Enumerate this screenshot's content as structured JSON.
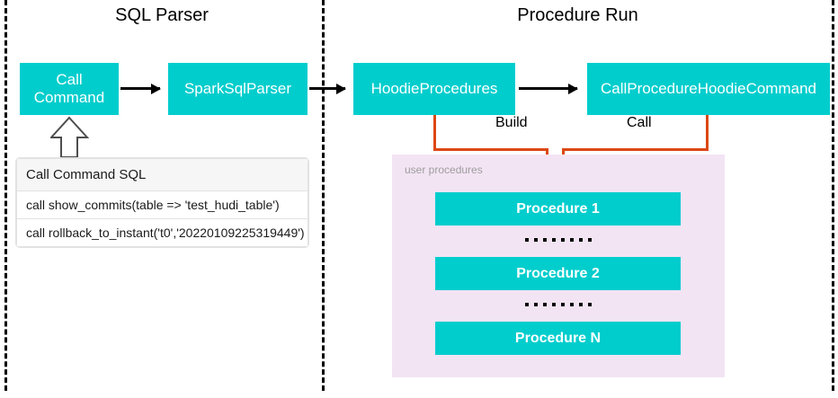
{
  "sections": [
    {
      "id": "sql-parser",
      "title": "SQL Parser"
    },
    {
      "id": "procedure-run",
      "title": "Procedure Run"
    }
  ],
  "flow_boxes": [
    {
      "id": "call-command",
      "label": "Call\nCommand",
      "label_line1": "Call",
      "label_line2": "Command"
    },
    {
      "id": "spark-sql-parser",
      "label": "SparkSqlParser"
    },
    {
      "id": "hoodie-procedures",
      "label": "HoodieProcedures"
    },
    {
      "id": "call-procedure-hoodie-command",
      "label": "CallProcedureHoodieCommand"
    }
  ],
  "sql_table": {
    "header": "Call Command SQL",
    "rows": [
      "call show_commits(table => 'test_hudi_table')",
      "call rollback_to_instant('t0','20220109225319449')"
    ]
  },
  "connectors": {
    "build_label": "Build",
    "call_label": "Call"
  },
  "user_procedures": {
    "panel_label": "user procedures",
    "items": [
      {
        "label": "Procedure 1"
      },
      {
        "label": "Procedure 2"
      },
      {
        "label": "Procedure N"
      }
    ],
    "ellipsis_dots": 8
  },
  "colors": {
    "teal": "#01cdcd",
    "orange": "#dd4814",
    "panel_pink": "#f3e4f4",
    "arrow_black": "#000000",
    "table_header_bg": "#f6f6f6",
    "table_border": "#e2e2e2",
    "panel_label_gray": "#9e9e9e"
  }
}
